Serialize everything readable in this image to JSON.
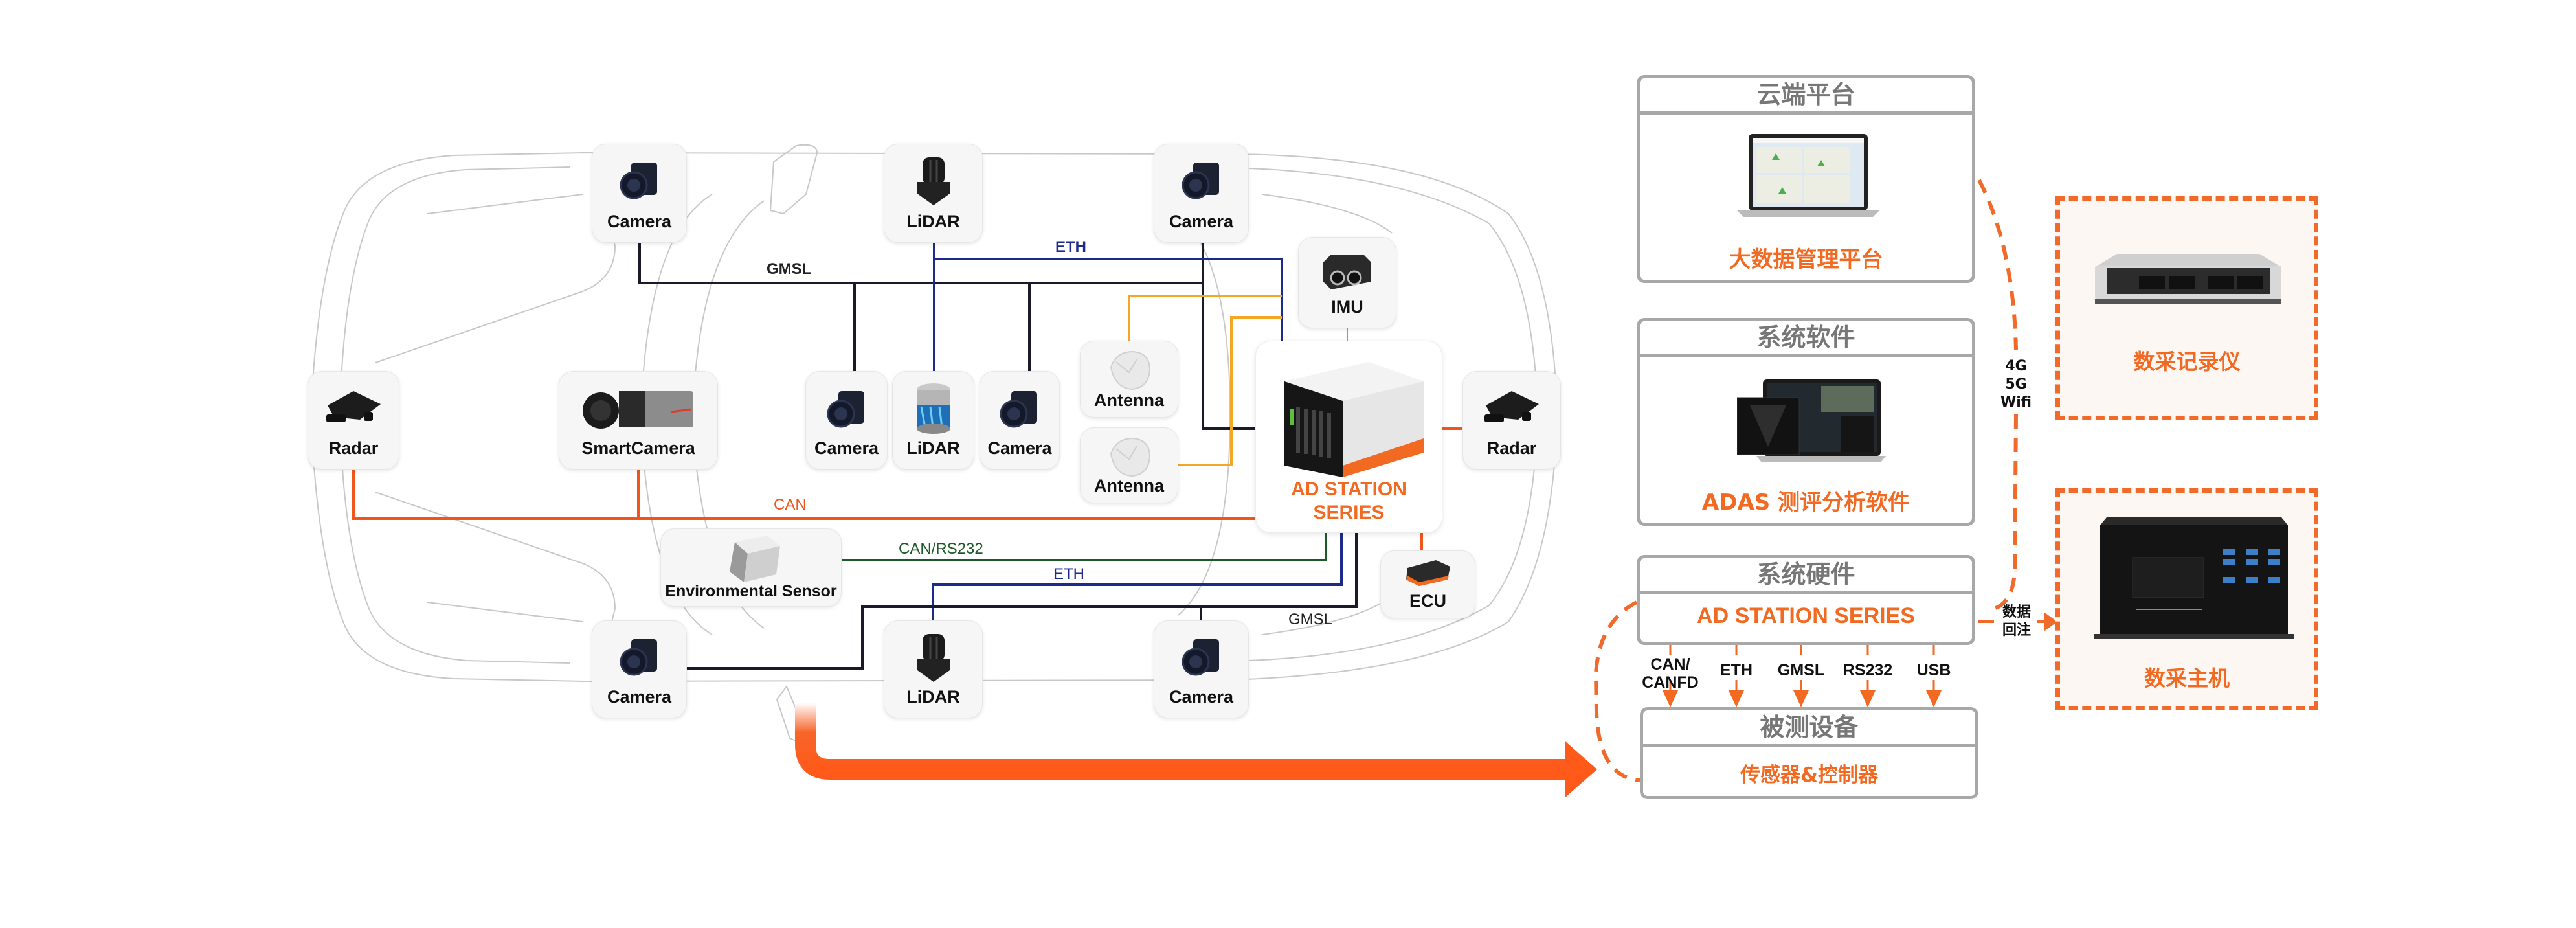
{
  "colors": {
    "accent": "#f26a21",
    "can_line": "#f0551e",
    "gmsl_line": "#1a1a2a",
    "eth_line": "#1c2a8c",
    "can_rs232_line": "#1e5a28",
    "antenna_line": "#f5a623",
    "panel_border": "#a8a8a8",
    "panel_header_text": "#777777",
    "dashed_box_fill": "#fcf7f3"
  },
  "vehicle": {
    "sensors": [
      {
        "id": "camera-top-left",
        "label": "Camera",
        "icon": "camera-icon"
      },
      {
        "id": "lidar-top",
        "label": "LiDAR",
        "icon": "lidar-icon"
      },
      {
        "id": "camera-top-right",
        "label": "Camera",
        "icon": "camera-icon"
      },
      {
        "id": "imu",
        "label": "IMU",
        "icon": "imu-icon"
      },
      {
        "id": "radar-left",
        "label": "Radar",
        "icon": "radar-icon"
      },
      {
        "id": "smart-camera",
        "label": "SmartCamera",
        "icon": "box-camera-icon"
      },
      {
        "id": "camera-mid-left",
        "label": "Camera",
        "icon": "camera-icon"
      },
      {
        "id": "lidar-mid",
        "label": "LiDAR",
        "icon": "spinning-lidar-icon"
      },
      {
        "id": "camera-mid-right",
        "label": "Camera",
        "icon": "camera-icon"
      },
      {
        "id": "antenna-1",
        "label": "Antenna",
        "icon": "antenna-icon"
      },
      {
        "id": "antenna-2",
        "label": "Antenna",
        "icon": "antenna-icon"
      },
      {
        "id": "radar-right",
        "label": "Radar",
        "icon": "radar-icon"
      },
      {
        "id": "environmental-sensor",
        "label": "Environmental Sensor",
        "icon": "environmental-sensor-icon"
      },
      {
        "id": "ecu",
        "label": "ECU",
        "icon": "ecu-icon"
      },
      {
        "id": "camera-bottom-left",
        "label": "Camera",
        "icon": "camera-icon"
      },
      {
        "id": "lidar-bottom",
        "label": "LiDAR",
        "icon": "lidar-icon"
      },
      {
        "id": "camera-bottom-right",
        "label": "Camera",
        "icon": "camera-icon"
      }
    ],
    "hub": {
      "label_line1": "AD STATION",
      "label_line2": "SERIES",
      "icon": "ad-station-icon"
    },
    "bus_labels": {
      "gmsl_top": "GMSL",
      "eth_top": "ETH",
      "can": "CAN",
      "can_rs232": "CAN/RS232",
      "eth_bottom": "ETH",
      "gmsl_bottom": "GMSL"
    }
  },
  "architecture": {
    "cloud": {
      "header": "云端平台",
      "title": "大数据管理平台",
      "icon": "laptop-map-icon"
    },
    "software": {
      "header": "系统软件",
      "title": "ADAS 测评分析软件",
      "icon": "laptop-dashboard-icon"
    },
    "hardware": {
      "header": "系统硬件",
      "title": "AD STATION SERIES"
    },
    "dut": {
      "header": "被测设备",
      "title": "传感器&控制器"
    },
    "interfaces": [
      {
        "label": "CAN/\nCANFD"
      },
      {
        "label": "ETH"
      },
      {
        "label": "GMSL"
      },
      {
        "label": "RS232"
      },
      {
        "label": "USB"
      }
    ],
    "wireless_label": "4G\n5G\nWifi",
    "replay_label": "数据\n回注",
    "data_logger": {
      "title": "数采记录仪",
      "icon": "data-logger-icon"
    },
    "data_host": {
      "title": "数采主机",
      "icon": "data-host-icon"
    }
  }
}
